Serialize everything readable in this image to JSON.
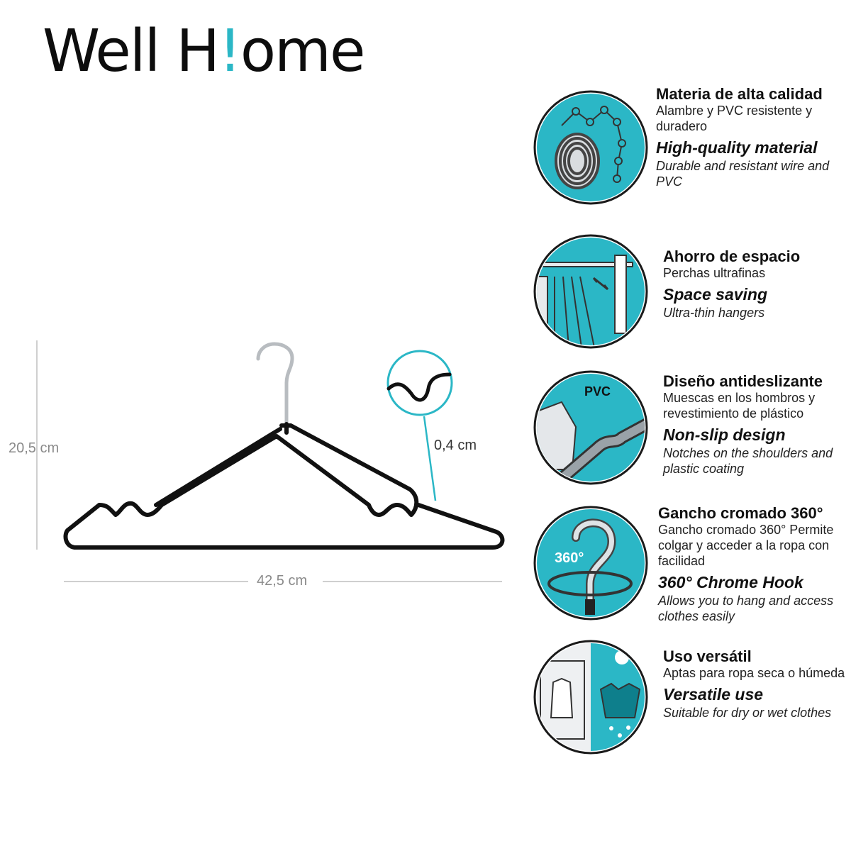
{
  "brand": {
    "logo_text_1": "Well H",
    "logo_dot": "!",
    "logo_text_2": "ome"
  },
  "dimensions": {
    "height": "20,5 cm",
    "width": "42,5 cm",
    "thickness": "0,4 cm"
  },
  "features": [
    {
      "title_es": "Materia de alta calidad",
      "desc_es": "Alambre y PVC resistente y duradero",
      "title_en": "High-quality material",
      "desc_en": "Durable and resistant wire and PVC",
      "icon": "coil-wire-icon"
    },
    {
      "title_es": "Ahorro de espacio",
      "desc_es": "Perchas ultrafinas",
      "title_en": "Space saving",
      "desc_en": "Ultra-thin hangers",
      "icon": "closet-space-icon"
    },
    {
      "title_es": "Diseño antideslizante",
      "desc_es": "Muescas en los hombros y revestimiento de plástico",
      "title_en": "Non-slip design",
      "desc_en": "Notches on the shoulders and plastic coating",
      "icon": "pvc-notch-icon",
      "icon_label": "PVC"
    },
    {
      "title_es": "Gancho cromado 360°",
      "desc_es": "Gancho cromado 360° Permite colgar y acceder a la ropa con facilidad",
      "title_en": "360° Chrome Hook",
      "desc_en": "Allows you to hang and access clothes easily",
      "icon": "rotating-hook-icon",
      "icon_label": "360°"
    },
    {
      "title_es": "Uso versátil",
      "desc_es": "Aptas para ropa seca o húmeda",
      "title_en": "Versatile use",
      "desc_en": "Suitable for dry or wet clothes",
      "icon": "dry-wet-clothes-icon"
    }
  ],
  "colors": {
    "accent": "#2bb7c6",
    "hanger": "#111111",
    "chrome": "#b8bcc0",
    "dimension_line": "#cfcfcf"
  }
}
